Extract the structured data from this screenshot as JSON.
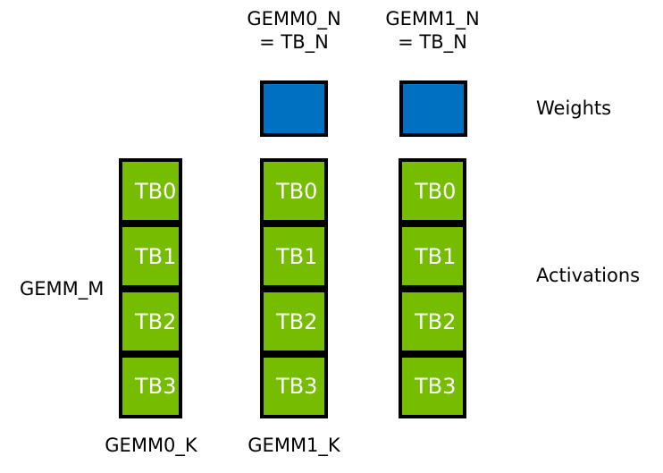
{
  "diagram": {
    "title_hidden": "",
    "background_color": "#ffffff",
    "weights_color": "#0070c0",
    "activations_color": "#76bc00",
    "border_color": "#000000",
    "tb_text_color": "#ffffff"
  },
  "column_headers": [
    {
      "line1": "GEMM0_N",
      "line2": "= TB_N"
    },
    {
      "line1": "GEMM1_N",
      "line2": "= TB_N"
    }
  ],
  "weights_row": {
    "legend": "Weights",
    "blocks": [
      {
        "name": "gemm0-weight-block"
      },
      {
        "name": "gemm1-weight-block"
      }
    ]
  },
  "activations_row": {
    "legend": "Activations",
    "m_label": "GEMM_M",
    "columns": [
      {
        "id": "activation-column-m",
        "cells": [
          {
            "label": "TB0"
          },
          {
            "label": "TB1"
          },
          {
            "label": "TB2"
          },
          {
            "label": "TB3"
          }
        ]
      },
      {
        "id": "activation-column-gemm0",
        "cells": [
          {
            "label": "TB0"
          },
          {
            "label": "TB1"
          },
          {
            "label": "TB2"
          },
          {
            "label": "TB3"
          }
        ]
      },
      {
        "id": "activation-column-gemm1",
        "cells": [
          {
            "label": "TB0"
          },
          {
            "label": "TB1"
          },
          {
            "label": "TB2"
          },
          {
            "label": "TB3"
          }
        ]
      }
    ]
  },
  "footer_labels": [
    {
      "text": "GEMM0_K"
    },
    {
      "text": "GEMM1_K"
    }
  ]
}
